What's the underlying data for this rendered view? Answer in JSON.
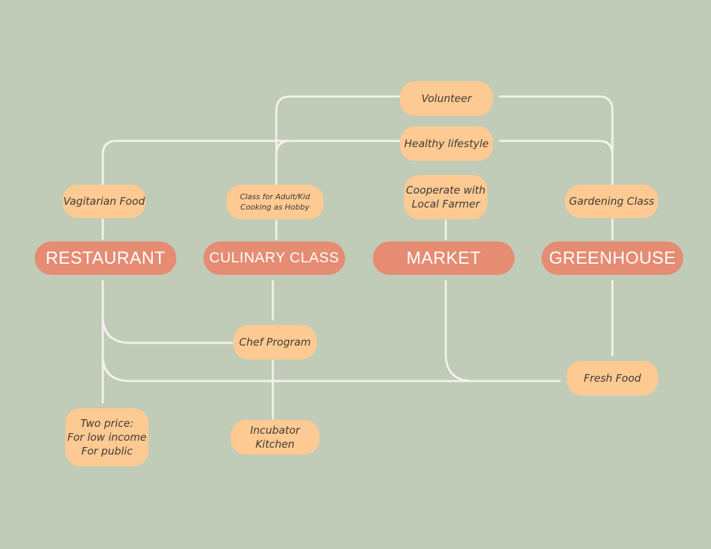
{
  "main_nodes": {
    "restaurant": "RESTAURANT",
    "culinary_class": "CULINARY CLASS",
    "market": "MARKET",
    "greenhouse": "GREENHOUSE"
  },
  "sub_nodes": {
    "volunteer": "Volunteer",
    "healthy_lifestyle": "Healthy lifestyle",
    "vegetarian_food": "Vagitarian Food",
    "class_adult_kid": "Class for Adult/Kid\nCooking as Hobby",
    "cooperate_farmer": "Cooperate with\nLocal Farmer",
    "gardening_class": "Gardening Class",
    "chef_program": "Chef Program",
    "fresh_food": "Fresh Food",
    "two_price": "Two price:\nFor low income\nFor public",
    "incubator_kitchen": "Incubator Kitchen"
  },
  "colors": {
    "background": "#c0cbb8",
    "main_node": "#e58c73",
    "sub_node": "#fdca93",
    "connector": "#f4f2ec"
  }
}
